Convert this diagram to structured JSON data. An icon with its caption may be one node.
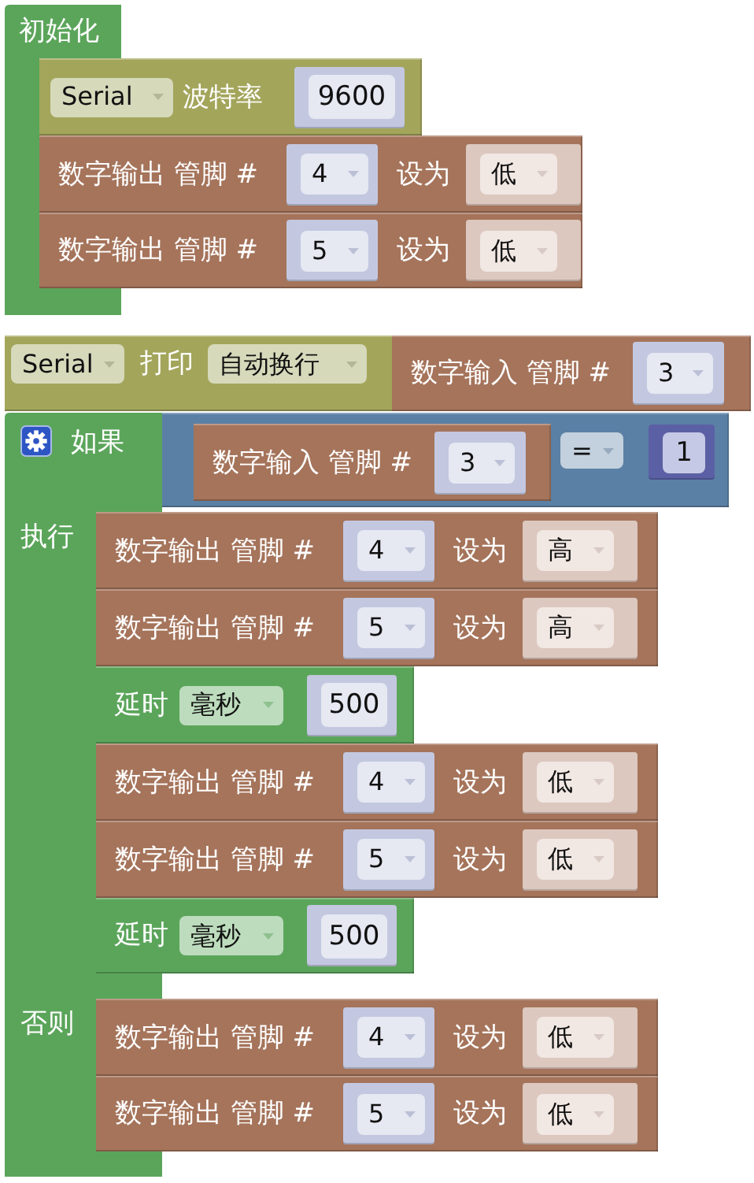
{
  "diagram": {
    "nodes": [
      {
        "text": [
          "初始化"
        ]
      },
      {
        "text": [
          "Serial",
          "波特率",
          "9600"
        ]
      },
      {
        "text": [
          "数字输出 管脚 #",
          "4",
          "设为",
          "低"
        ]
      },
      {
        "text": [
          "数字输出 管脚 #",
          "5",
          "设为",
          "低"
        ]
      },
      {
        "text": [
          "Serial",
          "打印",
          "自动换行"
        ]
      },
      {
        "text": [
          "数字输入 管脚 #",
          "3"
        ],
        "in": 4
      },
      {
        "text": [
          "如果",
          "执行",
          "否则"
        ]
      },
      {
        "text": [
          "=",
          "1"
        ]
      },
      {
        "text": [
          "数字输入 管脚 #",
          "3"
        ],
        "in": 7
      },
      {
        "text": [
          "数字输出 管脚 #",
          "4",
          "设为",
          "高"
        ]
      },
      {
        "text": [
          "数字输出 管脚 #",
          "5",
          "设为",
          "高"
        ]
      },
      {
        "text": [
          "延时",
          "毫秒",
          "500"
        ]
      },
      {
        "text": [
          "数字输出 管脚 #",
          "4",
          "设为",
          "低"
        ]
      },
      {
        "text": [
          "数字输出 管脚 #",
          "5",
          "设为",
          "低"
        ]
      },
      {
        "text": [
          "延时",
          "毫秒",
          "500"
        ]
      },
      {
        "text": [
          "数字输出 管脚 #",
          "4",
          "设为",
          "低"
        ]
      },
      {
        "text": [
          "数字输出 管脚 #",
          "5",
          "设为",
          "低"
        ]
      }
    ]
  }
}
